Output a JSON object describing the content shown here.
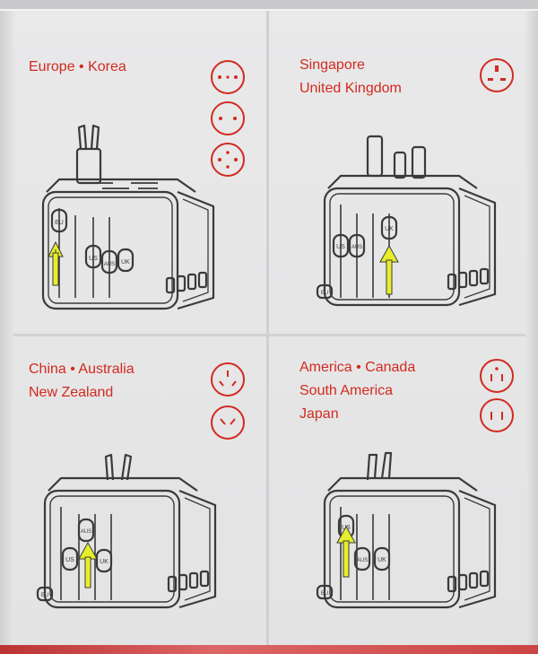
{
  "panels": [
    {
      "lines": [
        "Europe • Korea"
      ]
    },
    {
      "lines": [
        "Singapore",
        "United Kingdom"
      ]
    },
    {
      "lines": [
        "China • Australia",
        "New Zealand"
      ]
    },
    {
      "lines": [
        "America • Canada",
        "South America",
        "Japan"
      ]
    }
  ],
  "slot_labels": {
    "eu": "EU",
    "us": "US",
    "aus": "AUS",
    "uk": "UK"
  },
  "colors": {
    "accent": "#d22a1f",
    "arrow": "#e7ef2a",
    "line": "#3a3a3a"
  },
  "icons": {
    "panel1": [
      "socket-two-round-pin-icon",
      "socket-two-round-pin-icon",
      "socket-round-pin-earth-icon"
    ],
    "panel2": [
      "socket-uk-three-pin-icon"
    ],
    "panel3": [
      "socket-china-three-flat-pin-icon",
      "socket-angled-two-pin-icon"
    ],
    "panel4": [
      "socket-us-three-pin-icon",
      "socket-us-two-flat-pin-icon"
    ]
  }
}
